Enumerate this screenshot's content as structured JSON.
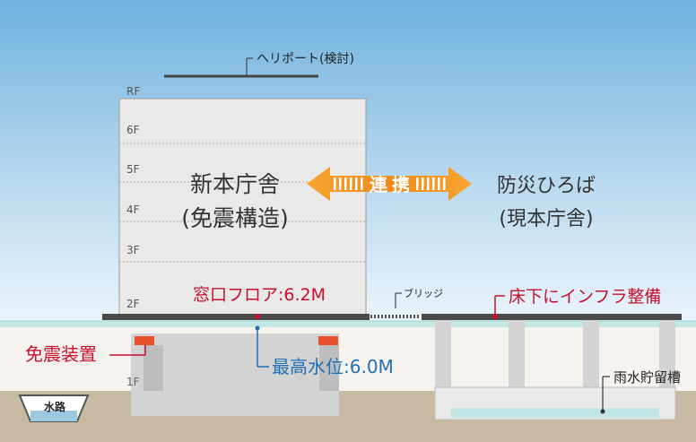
{
  "floors": [
    "RF",
    "6F",
    "5F",
    "4F",
    "3F",
    "2F",
    "1F"
  ],
  "heliport": "ヘリポート(検討)",
  "new_building": {
    "line1": "新本庁舎",
    "line2": "(免震構造)"
  },
  "link": {
    "char1": "連",
    "char2": "携"
  },
  "plaza": {
    "line1": "防災ひろば",
    "line2": "(現本庁舎)"
  },
  "window_floor": "窓口フロア:6.2M",
  "bridge": "ブリッジ",
  "infra": "床下にインフラ整備",
  "seismic": "免震装置",
  "max_water": "最高水位:6.0M",
  "rain_tank": "雨水貯留槽",
  "waterway": "水路",
  "colors": {
    "sky_top": "#6fb1de",
    "sky_bottom": "#eaf4fb",
    "building": "#e9e9e8",
    "ground": "#c8b9a3",
    "red": "#c8102e",
    "blue": "#1f6fb5",
    "orange": "#f39a1e",
    "water": "#bfe6e4"
  }
}
